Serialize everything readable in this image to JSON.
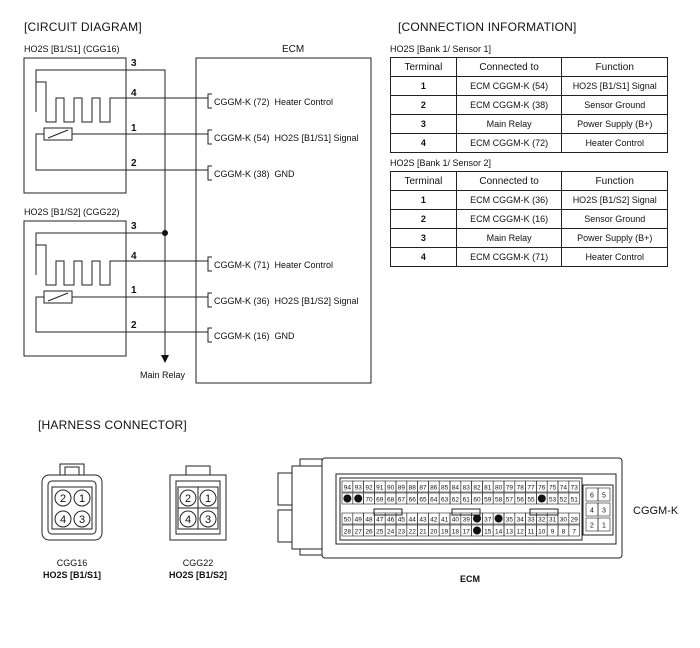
{
  "headings": {
    "circuit": "[CIRCUIT DIAGRAM]",
    "connection": "[CONNECTION INFORMATION]",
    "harness": "[HARNESS CONNECTOR]"
  },
  "circuit": {
    "sensor1_title": "HO2S [B1/S1] (CGG16)",
    "sensor2_title": "HO2S [B1/S2] (CGG22)",
    "ecm_title": "ECM",
    "main_relay": "Main Relay",
    "pin_labels": [
      "3",
      "4",
      "1",
      "2"
    ],
    "s1_lines": [
      "CGGM-K (72)  Heater Control",
      "CGGM-K (54)  HO2S [B1/S1] Signal",
      "CGGM-K (38)  GND"
    ],
    "s2_lines": [
      "CGGM-K (71)  Heater Control",
      "CGGM-K (36)  HO2S [B1/S2] Signal",
      "CGGM-K (16)  GND"
    ]
  },
  "connection": {
    "headers": [
      "Terminal",
      "Connected to",
      "Function"
    ],
    "s1_caption": "HO2S [Bank 1/ Sensor 1]",
    "s1_rows": [
      [
        "1",
        "ECM CGGM-K (54)",
        "HO2S [B1/S1] Signal"
      ],
      [
        "2",
        "ECM CGGM-K (38)",
        "Sensor Ground"
      ],
      [
        "3",
        "Main Relay",
        "Power Supply (B+)"
      ],
      [
        "4",
        "ECM CGGM-K (72)",
        "Heater Control"
      ]
    ],
    "s2_caption": "HO2S [Bank 1/ Sensor 2]",
    "s2_rows": [
      [
        "1",
        "ECM CGGM-K (36)",
        "HO2S [B1/S2] Signal"
      ],
      [
        "2",
        "ECM CGGM-K (16)",
        "Sensor Ground"
      ],
      [
        "3",
        "Main Relay",
        "Power Supply (B+)"
      ],
      [
        "4",
        "ECM CGGM-K (71)",
        "Heater Control"
      ]
    ]
  },
  "harness": {
    "cgg16_code": "CGG16",
    "cgg16_name": "HO2S [B1/S1]",
    "cgg22_code": "CGG22",
    "cgg22_name": "HO2S [B1/S2]",
    "connector_pins": [
      "2",
      "1",
      "4",
      "3"
    ],
    "ecm_label": "ECM",
    "ecm_connector_id": "CGGM-K",
    "ecm_row1": [
      "94",
      "93",
      "92",
      "91",
      "90",
      "89",
      "88",
      "87",
      "86",
      "85",
      "84",
      "83",
      "82",
      "81",
      "80",
      "79",
      "78",
      "77",
      "76",
      "75",
      "74",
      "73"
    ],
    "ecm_row2": [
      "●",
      "●",
      "70",
      "69",
      "68",
      "67",
      "66",
      "65",
      "64",
      "63",
      "62",
      "61",
      "60",
      "59",
      "58",
      "57",
      "56",
      "55",
      "●",
      "53",
      "52",
      "51"
    ],
    "ecm_row3": [
      "50",
      "49",
      "48",
      "47",
      "46",
      "45",
      "44",
      "43",
      "42",
      "41",
      "40",
      "39",
      "●",
      "37",
      "●",
      "35",
      "34",
      "33",
      "32",
      "31",
      "30",
      "29"
    ],
    "ecm_row4": [
      "28",
      "27",
      "26",
      "25",
      "24",
      "23",
      "22",
      "21",
      "20",
      "19",
      "18",
      "17",
      "●",
      "15",
      "14",
      "13",
      "12",
      "11",
      "10",
      "9",
      "8",
      "7"
    ],
    "ecm_side": [
      "6",
      "5",
      "4",
      "3",
      "2",
      "1"
    ]
  }
}
